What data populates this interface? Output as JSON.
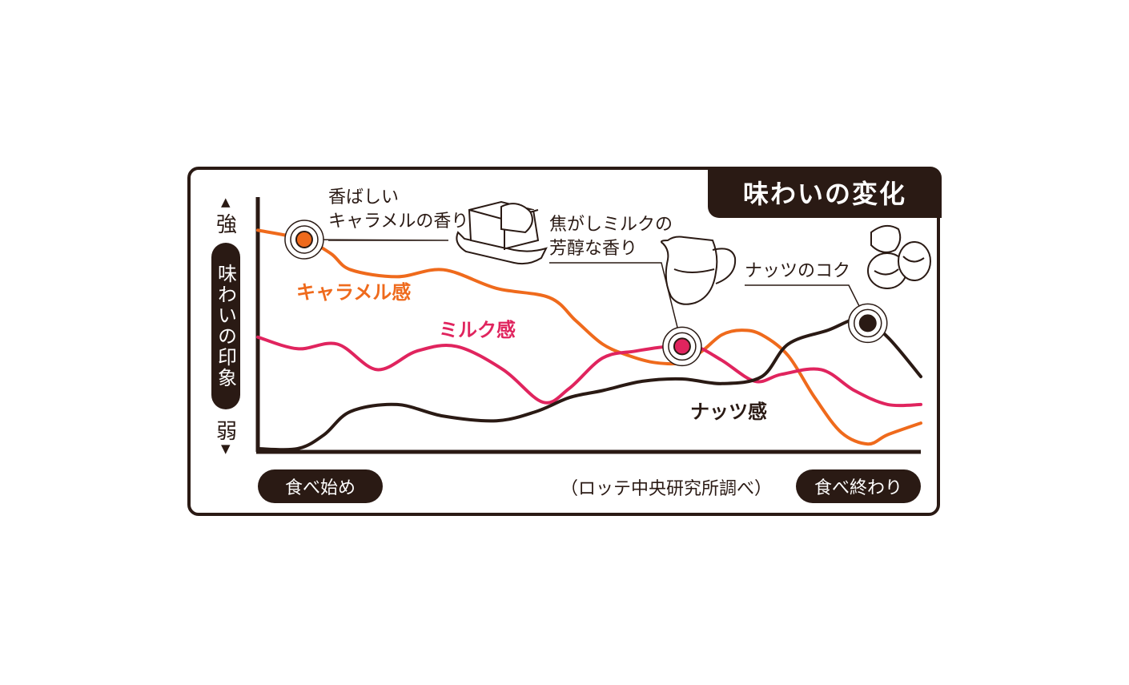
{
  "chart_data": {
    "type": "line",
    "title": "味わいの変化",
    "xlabel_start": "食べ始め",
    "xlabel_end": "食べ終わり",
    "source": "（ロッテ中央研究所調べ）",
    "ylabel": "味わいの印象",
    "y_high": "強",
    "y_low": "弱",
    "ylim": [
      0,
      100
    ],
    "xlim": [
      0,
      100
    ],
    "series": [
      {
        "name": "キャラメル感",
        "color": "#ef6a1c",
        "x": [
          0,
          7,
          11,
          14,
          21,
          28,
          36,
          44,
          48,
          52,
          56,
          60,
          64,
          67,
          70,
          73,
          76,
          80,
          84,
          88,
          92,
          95,
          100
        ],
        "y": [
          94,
          90,
          84,
          77,
          74,
          77,
          69,
          65,
          55,
          45,
          40,
          37,
          37,
          42,
          49,
          51,
          49,
          40,
          22,
          7,
          2,
          6,
          11
        ]
      },
      {
        "name": "ミルク感",
        "color": "#e0245e",
        "x": [
          0,
          6,
          12,
          18,
          24,
          30,
          37,
          43,
          47,
          52,
          57,
          62,
          66,
          70,
          75,
          79,
          85,
          90,
          95,
          100
        ],
        "y": [
          48,
          43,
          45,
          34,
          42,
          44,
          34,
          20,
          26,
          39,
          42,
          44,
          44,
          38,
          29,
          32,
          34,
          25,
          19,
          19
        ]
      },
      {
        "name": "ナッツ感",
        "color": "#2a1a14",
        "x": [
          0,
          6,
          10,
          14,
          21,
          28,
          36,
          42,
          47,
          52,
          58,
          64,
          70,
          76,
          80,
          86,
          91,
          95,
          100
        ],
        "y": [
          0,
          0,
          6,
          16,
          19,
          14,
          12,
          16,
          22,
          25,
          29,
          30,
          28,
          31,
          45,
          51,
          56,
          48,
          31
        ]
      }
    ],
    "annotations": [
      {
        "text": [
          "香ばしい",
          "キャラメルの香り"
        ],
        "series": "キャラメル感",
        "x": 7,
        "y": 90
      },
      {
        "text": [
          "焦がしミルクの",
          "芳醇な香り"
        ],
        "series": "ミルク感",
        "x": 64,
        "y": 44
      },
      {
        "text": [
          "ナッツのコク"
        ],
        "series": "ナッツ感",
        "x": 92,
        "y": 54
      }
    ]
  }
}
